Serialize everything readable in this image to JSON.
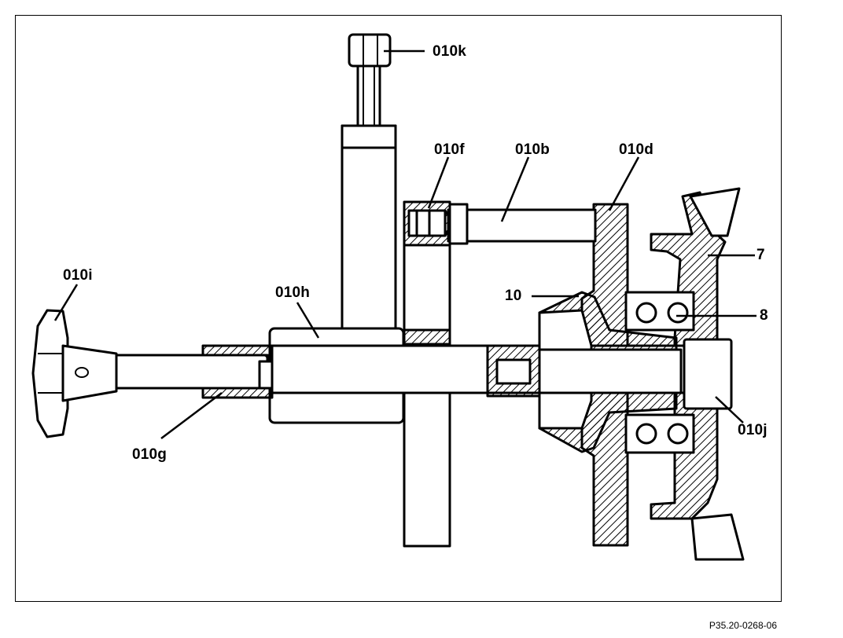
{
  "labels": {
    "k": "010k",
    "f": "010f",
    "b": "010b",
    "d": "010d",
    "i": "010i",
    "h": "010h",
    "g": "010g",
    "j": "010j",
    "n7": "7",
    "n8": "8",
    "n10": "10"
  },
  "reference": "P35.20-0268-06"
}
